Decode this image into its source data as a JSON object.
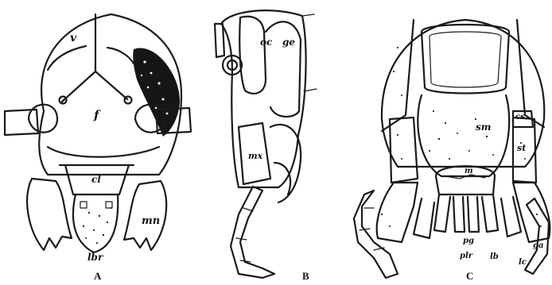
{
  "panels": [
    {
      "id": "A",
      "caption": "A",
      "labels": {
        "v": "v",
        "f": "f",
        "cl": "cl",
        "mn": "mn",
        "lbr": "lbr"
      }
    },
    {
      "id": "B",
      "caption": "B",
      "labels": {
        "oc": "oc",
        "ge": "ge",
        "mx": "mx"
      }
    },
    {
      "id": "C",
      "caption": "C",
      "labels": {
        "sm": "sm",
        "cs": "cs",
        "st": "st",
        "m": "m",
        "pg": "pg",
        "plr": "plr",
        "lb": "lb",
        "ga": "ga",
        "lc": "lc"
      }
    }
  ]
}
